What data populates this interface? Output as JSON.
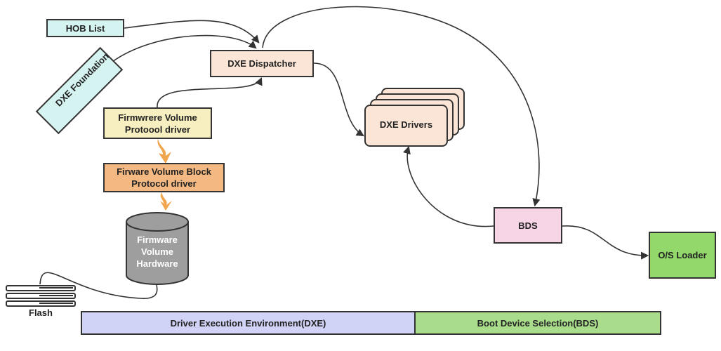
{
  "nodes": {
    "hob_list": "HOB List",
    "dxe_foundation": "DXE Foundation",
    "dxe_dispatcher": "DXE Dispatcher",
    "fv_protocol": "Firmwrere Volume\nProtoool driver",
    "fvb_protocol": "Firware Volume Block\nProtocol driver",
    "fv_hardware": "Firmware\nVolume\nHardware",
    "dxe_drivers": "DXE Drivers",
    "bds": "BDS",
    "os_loader": "O/S Loader",
    "flash": "Flash"
  },
  "phases": {
    "dxe": "Driver Execution Environment(DXE)",
    "bds": "Boot Device Selection(BDS)"
  },
  "colors": {
    "hob_list": "#d5f3f0",
    "dxe_foundation": "#d5f3f0",
    "dxe_dispatcher": "#fbe5d6",
    "fv_protocol": "#f7efbf",
    "fvb_protocol": "#f4b982",
    "fv_hardware": "#9e9e9e",
    "dxe_drivers": "#fbe5d6",
    "bds": "#f8d5e6",
    "os_loader": "#92d86a",
    "dxe_band": "#d0d2f6",
    "bds_band": "#a9dd8b",
    "orange_arrow": "#f0a54f"
  }
}
